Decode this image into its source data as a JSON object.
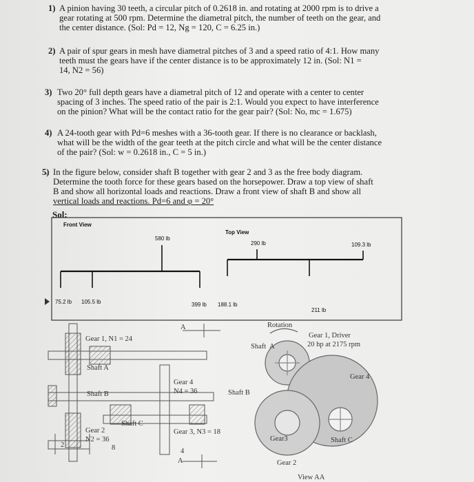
{
  "problems": [
    {
      "num": "1)",
      "lines": [
        "A pinion having 30 teeth, a circular pitch of 0.2618 in. and rotating at 2000 rpm is to drive a",
        "gear rotating at 500 rpm. Determine the diametral pitch, the number of teeth on the gear, and",
        "the center distance. (Sol: Pd = 12, Ng = 120, C = 6.25 in.)"
      ]
    },
    {
      "num": "2)",
      "lines": [
        "A pair of spur gears in mesh have diametral pitches of 3 and a speed ratio of 4:1. How many",
        "teeth must the gears have if the center distance is to be approximately 12 in. (Sol: N1 =",
        "14, N2 = 56)"
      ]
    },
    {
      "num": "3)",
      "lines": [
        "Two 20° full depth gears have a diametral pitch of 12 and operate with a center to center",
        "spacing of 3 inches. The speed ratio of the pair is 2:1. Would you expect to have interference",
        "on the pinion? What will be the contact ratio for the gear pair? (Sol: No, mc = 1.675)"
      ]
    },
    {
      "num": "4)",
      "lines": [
        "A 24-tooth gear with Pd=6 meshes with a 36-tooth gear. If there is no clearance or backlash,",
        "what will be the width of the gear teeth at the pitch circle and what will be the center distance",
        "of the pair? (Sol: w = 0.2618 in., C = 5 in.)"
      ]
    },
    {
      "num": "5)",
      "lines": [
        "In the figure below, consider shaft B together with gear 2 and 3 as the free body diagram.",
        "Determine the tooth force for these gears based on the horsepower. Draw a top view of shaft",
        "B and show all horizontal loads and reactions. Draw a front view of shaft B and show all",
        "vertical loads and reactions. Pd=6 and φ = 20°"
      ]
    }
  ],
  "sol_label": "Sol:",
  "fbd": {
    "front_view": "Front View",
    "top_view": "Top View",
    "load_580": "580 lb",
    "load_290": "290 lb",
    "load_1093": "109.3 lb",
    "r_752": "75.2 lb",
    "r_1055": "105.5 lb",
    "r_399": "399 lb",
    "r_1881": "188.1 lb",
    "r_211": "211 lb"
  },
  "gear_fig": {
    "gear1": "Gear 1, N1 = 24",
    "shaftA": "Shaft A",
    "shaftB_left": "Shaft B",
    "gear4_left": "Gear 4",
    "n4": "N4 = 36",
    "shaftB_mid": "Shaft B",
    "gear2": "Gear 2",
    "n2": "N2 = 36",
    "shaftC": "Shaft C",
    "gear3": "Gear 3, N3 = 18",
    "num2": "2",
    "num8": "8",
    "num4": "4",
    "sectionA_top": "A",
    "sectionA_bot": "A",
    "rotation": "Rotation",
    "shaft_label": "Shaft",
    "a_mark": "A",
    "driver1": "Gear 1, Driver",
    "driver2": "20 hp at 2175 rpm",
    "gear4_right": "Gear 4",
    "gear3_right": "Gear3",
    "shaftC_right": "Shaft C",
    "gear2_right": "Gear 2",
    "view": "View AA"
  }
}
